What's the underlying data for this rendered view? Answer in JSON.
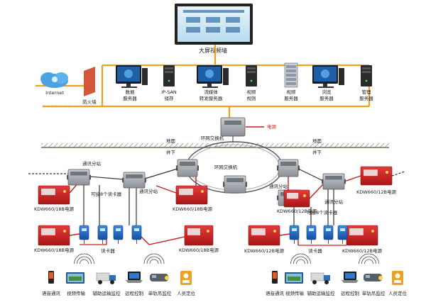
{
  "video_wall": {
    "label": "大屏视频墙"
  },
  "internet": {
    "label": "Internet"
  },
  "firewall": {
    "label": "防火墙"
  },
  "servers": [
    {
      "id": "data",
      "line1": "数据",
      "line2": "服务器",
      "kind": "monitor"
    },
    {
      "id": "ipsan",
      "line1": "IP-SAN",
      "line2": "储存",
      "kind": "tower"
    },
    {
      "id": "stream",
      "line1": "流媒体",
      "line2": "转发服务器",
      "kind": "monitor"
    },
    {
      "id": "video-rule",
      "line1": "视频",
      "line2": "规则",
      "kind": "tower"
    },
    {
      "id": "video-server",
      "line1": "视频",
      "line2": "服务器",
      "kind": "rack"
    },
    {
      "id": "browse",
      "line1": "浏览",
      "line2": "服务器",
      "kind": "monitor"
    },
    {
      "id": "admin",
      "line1": "管理",
      "line2": "服务器",
      "kind": "tower"
    }
  ],
  "top_switch": {
    "label": "环网交换机",
    "power_label": "电源"
  },
  "ground": {
    "surface_label": "地面",
    "underground_label": "井下"
  },
  "ring": {
    "label": "环网交换机"
  },
  "left_side": {
    "substation_1": "通讯分站",
    "substation_2": "通讯分站",
    "readers_label": "可接8个读卡器",
    "power_labels": [
      "KDW660/18B电源",
      "KDW660/18B电源",
      "KDW660/18B电源",
      "KDW660/18B电源"
    ],
    "card_reader_label": "读卡器"
  },
  "right_side": {
    "substation_1": "通讯分站",
    "substation_2": "通讯分站",
    "readers_label": "可接8个读卡器",
    "power_labels": [
      "KDW660/12B电源",
      "KDW660/12B电源",
      "KDW660/12B电源",
      "KDW660/12B电源"
    ],
    "card_reader_label": "读卡器"
  },
  "bottom_left": [
    {
      "label": "语音通讯",
      "icon": "phone-icon"
    },
    {
      "label": "视频传输",
      "icon": "camera-icon"
    },
    {
      "label": "辅助运输监控",
      "icon": "truck-icon"
    },
    {
      "label": "远程控制",
      "icon": "laptop-icon"
    },
    {
      "label": "单轨吊监控",
      "icon": "locomotive-icon"
    },
    {
      "label": "人员定位",
      "icon": "badge-icon"
    }
  ],
  "bottom_right": [
    {
      "label": "语音通讯",
      "icon": "phone-icon"
    },
    {
      "label": "视频传输",
      "icon": "camera-icon"
    },
    {
      "label": "辅助运输监控",
      "icon": "truck-icon"
    },
    {
      "label": "远程控制",
      "icon": "laptop-icon"
    },
    {
      "label": "单轨吊监控",
      "icon": "locomotive-icon"
    },
    {
      "label": "人员定位",
      "icon": "badge-icon"
    }
  ],
  "colors": {
    "bus": "#f0a020",
    "power_red": "#c81e1e",
    "switch_gray": "#9aa0a6",
    "reader_blue": "#1a6fd0",
    "ground": "#7a6a55"
  }
}
